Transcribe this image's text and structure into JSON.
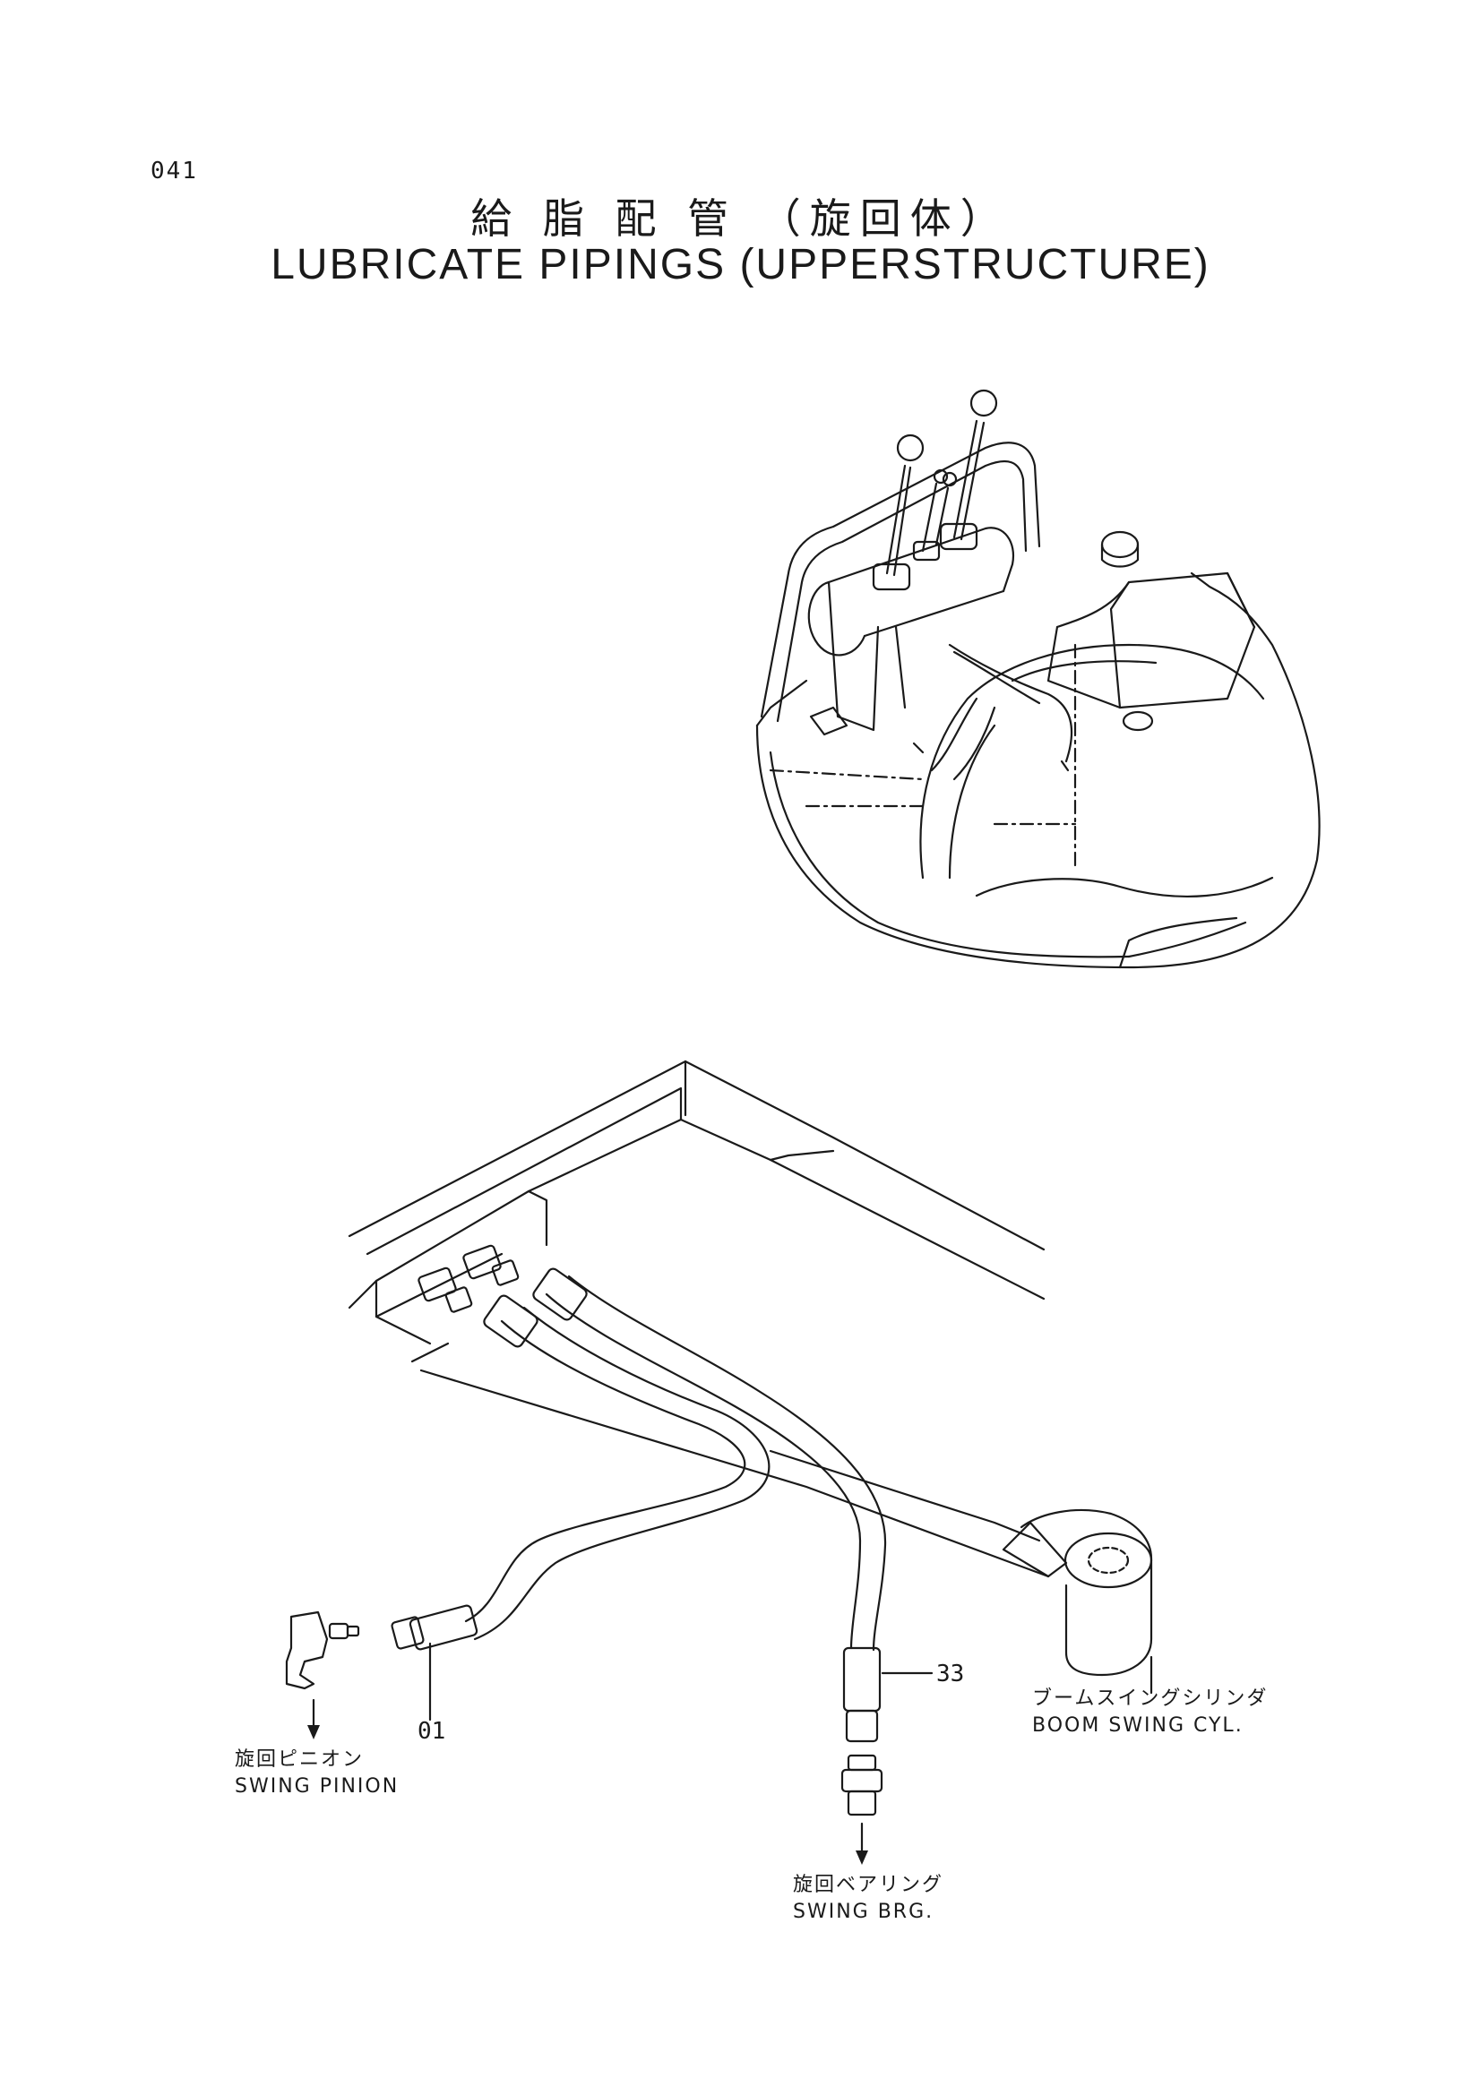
{
  "header": {
    "page_number": "041",
    "title_jp": "給 脂 配 管 （旋回体）",
    "title_en": "LUBRICATE PIPINGS (UPPERSTRUCTURE)"
  },
  "callouts": [
    {
      "id": "part-01",
      "text": "01"
    },
    {
      "id": "part-33",
      "text": "33"
    }
  ],
  "labels": {
    "swing_pinion_jp": "旋回ピニオン",
    "swing_pinion_en": "SWING PINION",
    "swing_brg_jp": "旋回ベアリング",
    "swing_brg_en": "SWING BRG.",
    "boom_swing_jp": "ブームスイングシリンダ",
    "boom_swing_en": "BOOM SWING CYL."
  }
}
